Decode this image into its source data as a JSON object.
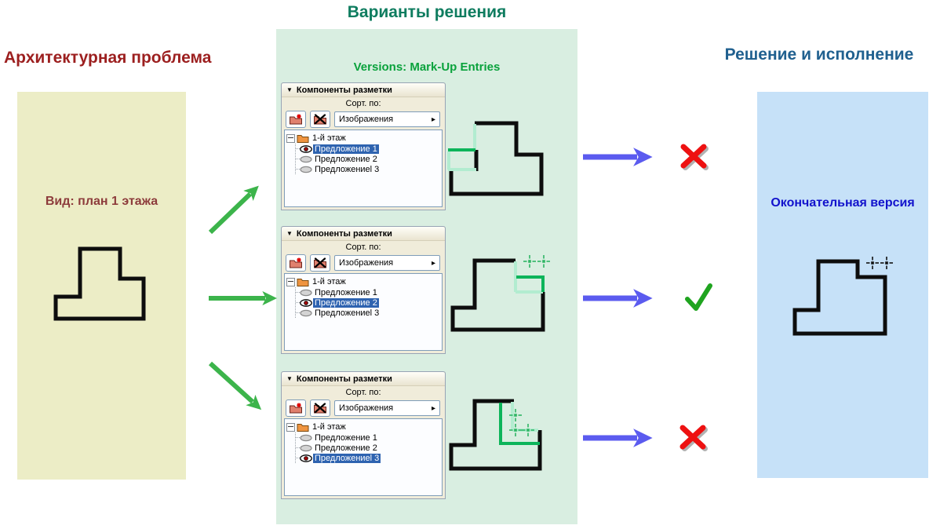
{
  "titles": {
    "problem": "Архитектурная проблема",
    "solutions": "Варианты решения",
    "solutions_sub": "Versions: Mark-Up Entries",
    "decision": "Решение и исполнение"
  },
  "problem_panel": {
    "caption": "Вид: план 1 этажа"
  },
  "decision_panel": {
    "caption": "Окончательная версия"
  },
  "markup_panels": [
    {
      "header": "Компоненты разметки",
      "collapse_icon": "▼",
      "sort_label": "Сорт. по:",
      "dropdown_value": "Изображения",
      "dropdown_arrow": "▸",
      "tree_root": "1-й этаж",
      "items": [
        {
          "label": "Предложение 1",
          "selected": true,
          "visible": true
        },
        {
          "label": "Предложение 2",
          "selected": false,
          "visible": false
        },
        {
          "label": "Предложениеl 3",
          "selected": false,
          "visible": false
        }
      ]
    },
    {
      "header": "Компоненты разметки",
      "collapse_icon": "▼",
      "sort_label": "Сорт. по:",
      "dropdown_value": "Изображения",
      "dropdown_arrow": "▸",
      "tree_root": "1-й этаж",
      "items": [
        {
          "label": "Предложение 1",
          "selected": false,
          "visible": false
        },
        {
          "label": "Предложение 2",
          "selected": true,
          "visible": true
        },
        {
          "label": "Предложениеl 3",
          "selected": false,
          "visible": false
        }
      ]
    },
    {
      "header": "Компоненты разметки",
      "collapse_icon": "▼",
      "sort_label": "Сорт. по:",
      "dropdown_value": "Изображения",
      "dropdown_arrow": "▸",
      "tree_root": "1-й этаж",
      "items": [
        {
          "label": "Предложение 1",
          "selected": false,
          "visible": false
        },
        {
          "label": "Предложение 2",
          "selected": false,
          "visible": false
        },
        {
          "label": "Предложениеl 3",
          "selected": true,
          "visible": true
        }
      ]
    }
  ],
  "outcomes": [
    {
      "variant": 1,
      "result": "rejected",
      "symbol": "✗"
    },
    {
      "variant": 2,
      "result": "accepted",
      "symbol": "✓"
    },
    {
      "variant": 3,
      "result": "rejected",
      "symbol": "✗"
    }
  ],
  "colors": {
    "solutions_bg": "#d9eee1",
    "problem_bg": "#ecedc6",
    "decision_bg": "#c6e1f8",
    "problem_title": "#9c1f1f",
    "solutions_title": "#0e7c5f",
    "solutions_subtitle": "#0aa23c",
    "decision_title": "#20608f",
    "problem_caption": "#8d3c3c",
    "decision_caption": "#1212cc",
    "green_arrow": "#3cb44b",
    "blue_arrow": "#5b5bef",
    "reject_mark": "#ee1111",
    "accept_mark": "#1fa41f",
    "markup_strong_green": "#0db45a",
    "markup_light_green": "#b2ecd0",
    "tree_selection": "#2e63b0"
  }
}
